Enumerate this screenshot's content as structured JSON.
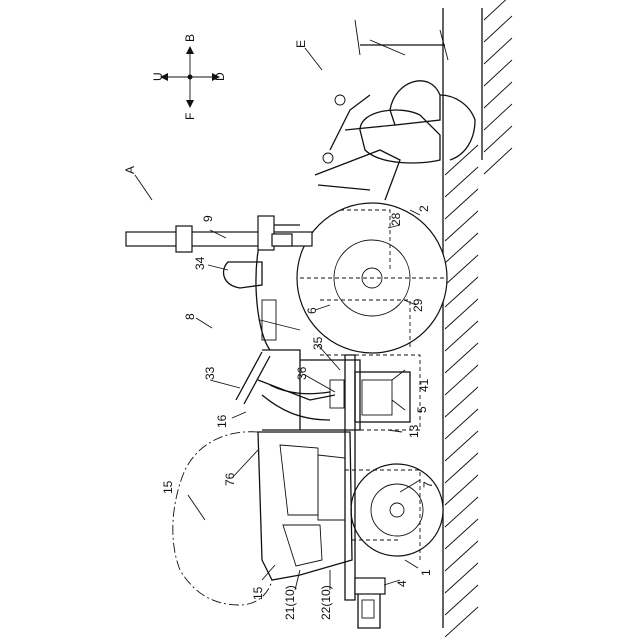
{
  "figure": {
    "assembly_label": "A",
    "direction_labels": {
      "up": "U",
      "down": "D",
      "front": "F",
      "back": "B"
    },
    "implement_label": "E",
    "part_labels": [
      {
        "id": "p1",
        "text": "1"
      },
      {
        "id": "p2",
        "text": "2"
      },
      {
        "id": "p4",
        "text": "4"
      },
      {
        "id": "p5",
        "text": "5"
      },
      {
        "id": "p6",
        "text": "6"
      },
      {
        "id": "p7",
        "text": "7"
      },
      {
        "id": "p8",
        "text": "8"
      },
      {
        "id": "p9",
        "text": "9"
      },
      {
        "id": "p13",
        "text": "13"
      },
      {
        "id": "p15a",
        "text": "15"
      },
      {
        "id": "p15b",
        "text": "15"
      },
      {
        "id": "p16",
        "text": "16"
      },
      {
        "id": "p21",
        "text": "21(10)"
      },
      {
        "id": "p22",
        "text": "22(10)"
      },
      {
        "id": "p28",
        "text": "28"
      },
      {
        "id": "p29",
        "text": "29"
      },
      {
        "id": "p33",
        "text": "33"
      },
      {
        "id": "p34",
        "text": "34"
      },
      {
        "id": "p35",
        "text": "35"
      },
      {
        "id": "p36",
        "text": "36"
      },
      {
        "id": "p41",
        "text": "41"
      },
      {
        "id": "p76",
        "text": "76"
      }
    ]
  }
}
